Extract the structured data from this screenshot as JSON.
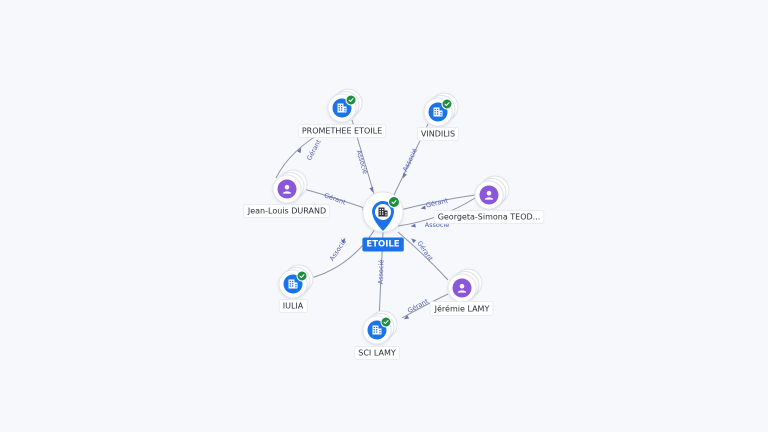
{
  "colors": {
    "company": "#1a73e8",
    "person": "#8b56d9",
    "verified": "#1e8e3e",
    "center_pin": "#1a73e8"
  },
  "center": {
    "label": "ETOILE",
    "icon": "building-icon",
    "verified": true
  },
  "nodes": [
    {
      "id": "promethee",
      "label": "PROMETHEE ETOILE",
      "kind": "company",
      "icon": "building-icon",
      "verified": true
    },
    {
      "id": "vindilis",
      "label": "VINDILIS",
      "kind": "company",
      "icon": "building-icon",
      "verified": true
    },
    {
      "id": "durand",
      "label": "Jean-Louis DURAND",
      "kind": "person",
      "icon": "person-icon",
      "verified": false
    },
    {
      "id": "georgeta",
      "label": "Georgeta-Simona TEOD...",
      "kind": "person",
      "icon": "person-icon",
      "verified": false
    },
    {
      "id": "iulia",
      "label": "IULIA",
      "kind": "company",
      "icon": "building-icon",
      "verified": true
    },
    {
      "id": "jeremie",
      "label": "Jérémie LAMY",
      "kind": "person",
      "icon": "person-icon",
      "verified": false
    },
    {
      "id": "scilamy",
      "label": "SCI LAMY",
      "kind": "company",
      "icon": "building-icon",
      "verified": true
    }
  ],
  "edges": [
    {
      "id": "e1",
      "label": "Associé"
    },
    {
      "id": "e2",
      "label": "Associé"
    },
    {
      "id": "e3",
      "label": "Gérant"
    },
    {
      "id": "e4",
      "label": "Gérant"
    },
    {
      "id": "e5",
      "label": "Gérant"
    },
    {
      "id": "e6",
      "label": "Associé"
    },
    {
      "id": "e7",
      "label": "Gérant"
    },
    {
      "id": "e8",
      "label": "Associé"
    },
    {
      "id": "e9",
      "label": "Gérant"
    },
    {
      "id": "e10",
      "label": "Associé"
    }
  ]
}
